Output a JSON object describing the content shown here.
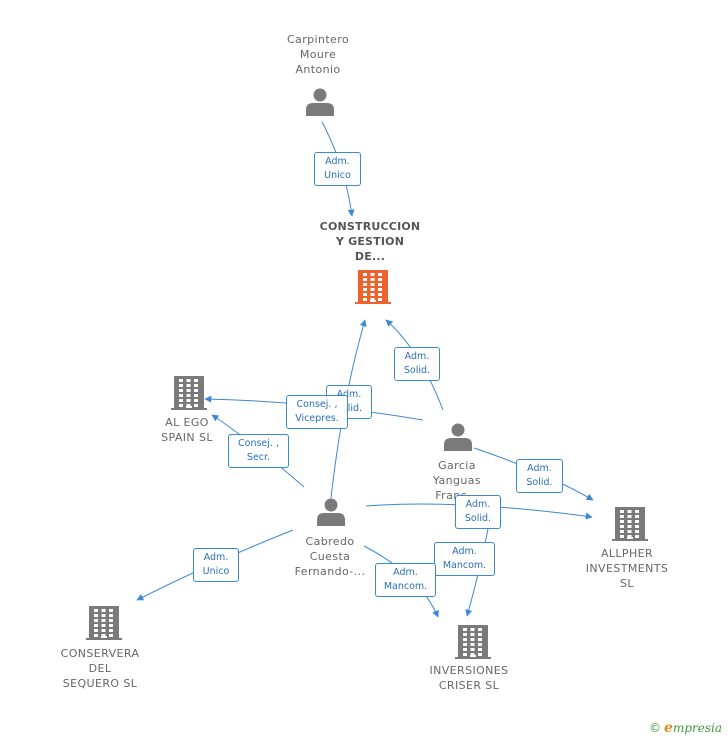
{
  "colors": {
    "edge": "#3b88d6",
    "edge_text": "#2a6fb8",
    "node_gray": "#7a7a7a",
    "highlight": "#f0622d"
  },
  "nodes": {
    "carpintero": {
      "label": "Carpintero\nMoure\nAntonio",
      "icon": "person-icon"
    },
    "construccion": {
      "label": "CONSTRUCCION\nY GESTION\nDE...",
      "icon": "building-icon"
    },
    "alego": {
      "label": "AL EGO\nSPAIN SL",
      "icon": "building-icon"
    },
    "garcia": {
      "label": "Garcia\nYanguas\nFranc...",
      "icon": "person-icon"
    },
    "cabredo": {
      "label": "Cabredo\nCuesta\nFernando-...",
      "icon": "person-icon"
    },
    "allpher": {
      "label": "ALLPHER\nINVESTMENTS\nSL",
      "icon": "building-icon"
    },
    "conservera": {
      "label": "CONSERVERA\nDEL\nSEQUERO SL",
      "icon": "building-icon"
    },
    "inversiones": {
      "label": "INVERSIONES\nCRISER SL",
      "icon": "building-icon"
    }
  },
  "edges": {
    "carpintero_construccion": "Adm.\nUnico",
    "garcia_construccion": "Adm.\nSolid.",
    "cabredo_construccion": "Adm.\nSolid.",
    "garcia_alego": "Consej. ,\nVicepres.",
    "cabredo_alego": "Consej. ,\nSecr.",
    "garcia_allpher": "Adm.\nSolid.",
    "cabredo_allpher": "Adm.\nSolid.",
    "garcia_inversiones": "Adm.\nMancom.",
    "cabredo_inversiones": "Adm.\nMancom.",
    "cabredo_conservera": "Adm.\nUnico"
  },
  "brand": {
    "copyright": "©",
    "e": "e",
    "rest": "mpresia"
  }
}
